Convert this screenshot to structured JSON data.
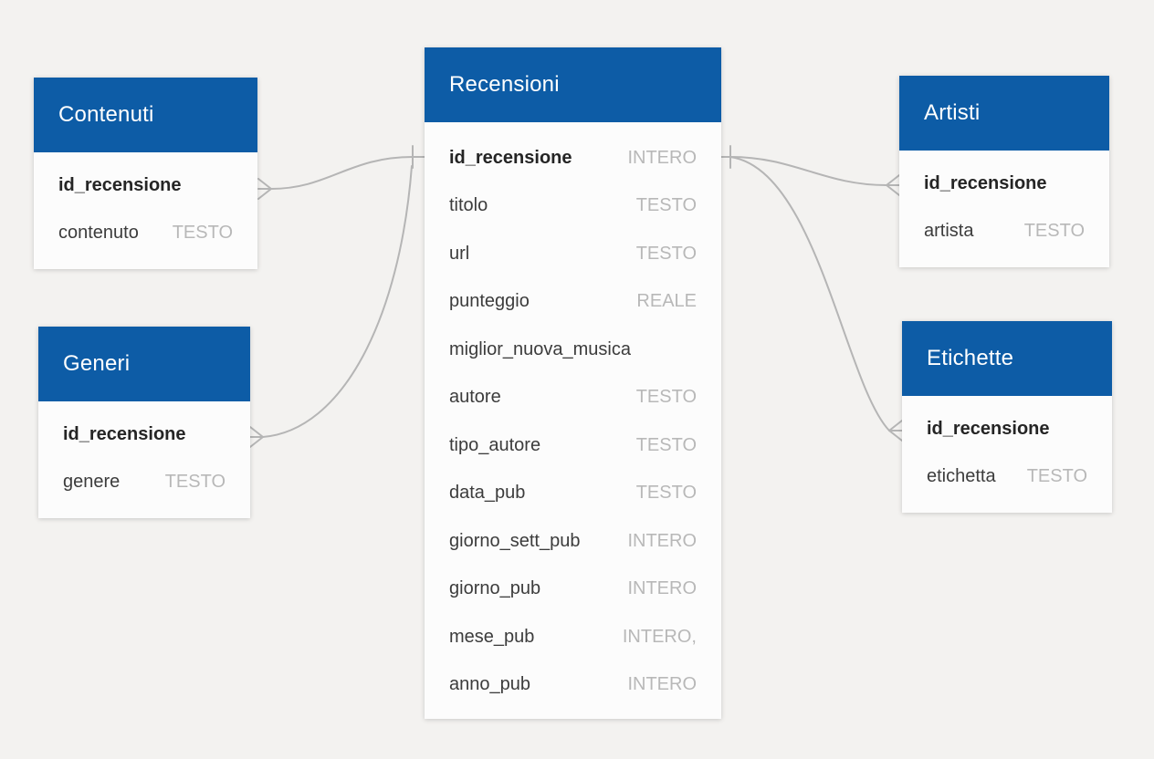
{
  "diagram": {
    "background_color": "#f3f2f0",
    "header_color": "#0d5ca6",
    "connector_color": "#b5b5b5",
    "tables": {
      "recensioni": {
        "title": "Recensioni",
        "fields": [
          {
            "name": "id_recensione",
            "type": "INTERO",
            "key": true
          },
          {
            "name": "titolo",
            "type": "TESTO",
            "key": false
          },
          {
            "name": "url",
            "type": "TESTO",
            "key": false
          },
          {
            "name": "punteggio",
            "type": "REALE",
            "key": false
          },
          {
            "name": "miglior_nuova_musica",
            "type": "",
            "key": false
          },
          {
            "name": "autore",
            "type": "TESTO",
            "key": false
          },
          {
            "name": "tipo_autore",
            "type": "TESTO",
            "key": false
          },
          {
            "name": "data_pub",
            "type": "TESTO",
            "key": false
          },
          {
            "name": "giorno_sett_pub",
            "type": "INTERO",
            "key": false
          },
          {
            "name": "giorno_pub",
            "type": "INTERO",
            "key": false
          },
          {
            "name": "mese_pub",
            "type": "INTERO,",
            "key": false
          },
          {
            "name": "anno_pub",
            "type": "INTERO",
            "key": false
          }
        ]
      },
      "contenuti": {
        "title": "Contenuti",
        "fields": [
          {
            "name": "id_recensione",
            "type": "",
            "key": true
          },
          {
            "name": "contenuto",
            "type": "TESTO",
            "key": false
          }
        ]
      },
      "generi": {
        "title": "Generi",
        "fields": [
          {
            "name": "id_recensione",
            "type": "",
            "key": true
          },
          {
            "name": "genere",
            "type": "TESTO",
            "key": false
          }
        ]
      },
      "artisti": {
        "title": "Artisti",
        "fields": [
          {
            "name": "id_recensione",
            "type": "",
            "key": true
          },
          {
            "name": "artista",
            "type": "TESTO",
            "key": false
          }
        ]
      },
      "etichette": {
        "title": "Etichette",
        "fields": [
          {
            "name": "id_recensione",
            "type": "",
            "key": true
          },
          {
            "name": "etichetta",
            "type": "TESTO",
            "key": false
          }
        ]
      }
    },
    "relationships": [
      {
        "from": "Contenuti.id_recensione",
        "to": "Recensioni.id_recensione",
        "from_cardinality": "many",
        "to_cardinality": "one"
      },
      {
        "from": "Generi.id_recensione",
        "to": "Recensioni.id_recensione",
        "from_cardinality": "many",
        "to_cardinality": "one"
      },
      {
        "from": "Recensioni.id_recensione",
        "to": "Artisti.id_recensione",
        "from_cardinality": "one",
        "to_cardinality": "many"
      },
      {
        "from": "Recensioni.id_recensione",
        "to": "Etichette.id_recensione",
        "from_cardinality": "one",
        "to_cardinality": "many"
      }
    ]
  }
}
